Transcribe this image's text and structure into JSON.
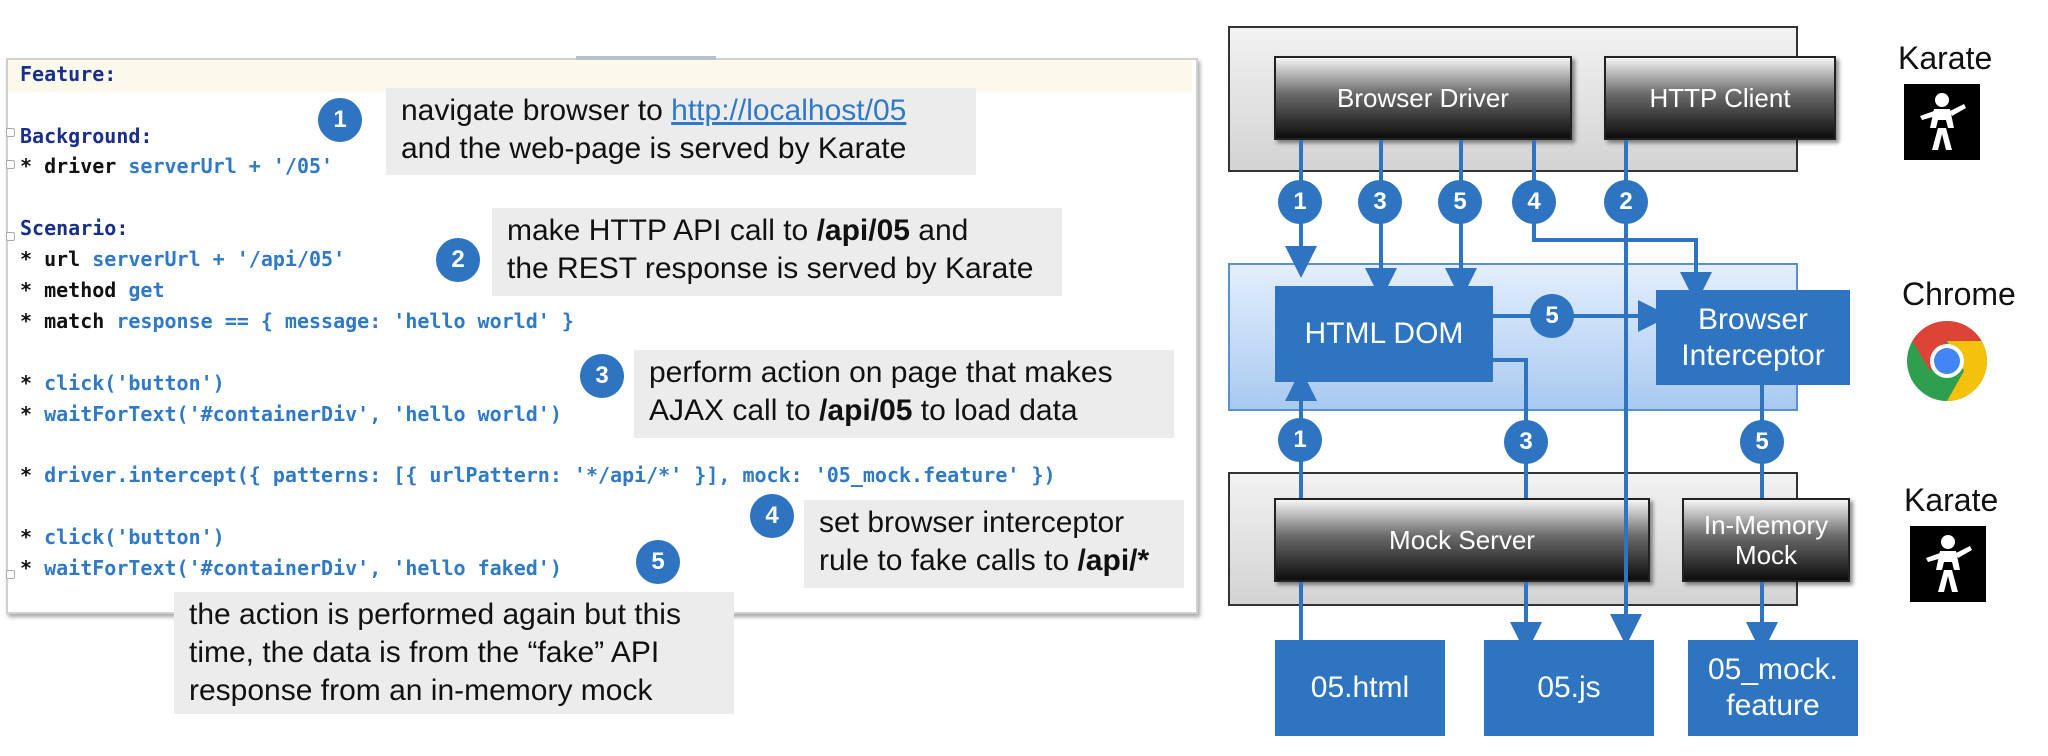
{
  "code": {
    "feature": "Feature:",
    "background": "Background:",
    "driver_line": {
      "prefix": "* driver ",
      "value": "serverUrl + '/05'"
    },
    "scenario": "Scenario:",
    "url_line": {
      "prefix": "* url ",
      "value": "serverUrl + '/api/05'"
    },
    "method_line": {
      "prefix": "* method ",
      "value": "get"
    },
    "match_line": {
      "prefix": "* match ",
      "value": "response == { message: 'hello world' }"
    },
    "click1": {
      "prefix": "* ",
      "value": "click('button')"
    },
    "wait1": {
      "prefix": "* ",
      "value": "waitForText('#containerDiv', 'hello world')"
    },
    "intercept": {
      "prefix": "* ",
      "value": "driver.intercept({ patterns: [{ urlPattern: '*/api/*' }], mock: '05_mock.feature' })"
    },
    "click2": {
      "prefix": "* ",
      "value": "click('button')"
    },
    "wait2": {
      "prefix": "* ",
      "value": "waitForText('#containerDiv', 'hello faked')"
    }
  },
  "callouts": {
    "c1": {
      "line1_pre": "navigate browser to ",
      "link": "http://localhost/05",
      "line2": "and the web-page is served by Karate"
    },
    "c2": {
      "line1_pre": "make HTTP API call to ",
      "line1_bold": "/api/05",
      "line1_post": " and",
      "line2": "the REST response is served by Karate"
    },
    "c3": {
      "line1": "perform action on page that makes",
      "line2_pre": "AJAX call to ",
      "line2_bold": "/api/05",
      "line2_post": " to load data"
    },
    "c4": {
      "line1": "set browser interceptor",
      "line2_pre": "rule to fake calls to ",
      "line2_bold": "/api/*"
    },
    "c5": {
      "line1": "the action is performed again but this",
      "line2": "time, the data is from the “fake” API",
      "line3": "response from an in-memory mock"
    }
  },
  "badges": {
    "b1": "1",
    "b2": "2",
    "b3": "3",
    "b4": "4",
    "b5": "5"
  },
  "diagram": {
    "browser_driver": "Browser Driver",
    "http_client": "HTTP Client",
    "html_dom": "HTML DOM",
    "browser_interceptor_l1": "Browser",
    "browser_interceptor_l2": "Interceptor",
    "mock_server": "Mock Server",
    "in_memory_mock_l1": "In-Memory",
    "in_memory_mock_l2": "Mock",
    "file_html": "05.html",
    "file_js": "05.js",
    "file_mock_l1": "05_mock.",
    "file_mock_l2": "feature",
    "label_karate_top": "Karate",
    "label_chrome": "Chrome",
    "label_karate_bottom": "Karate",
    "arrow_badges": {
      "top_1": "1",
      "top_3": "3",
      "top_5": "5",
      "top_4": "4",
      "top_2": "2",
      "mid_5": "5",
      "low_1": "1",
      "low_3": "3",
      "low_5": "5"
    }
  },
  "colors": {
    "accent_blue": "#2e74c0",
    "keyword": "#1a2f8a",
    "string": "#2f79c7",
    "callout_bg": "#ececec"
  },
  "icons": {
    "karate": "karate-fighter-icon",
    "chrome": "chrome-logo-icon"
  }
}
